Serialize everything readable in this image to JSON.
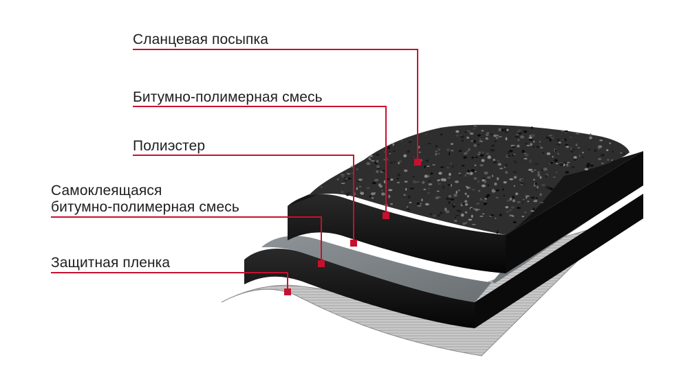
{
  "diagram": {
    "labels": [
      {
        "id": "slate-granules",
        "lines": [
          "Сланцевая посыпка"
        ]
      },
      {
        "id": "bitumen-polymer-mix",
        "lines": [
          "Битумно-полимерная смесь"
        ]
      },
      {
        "id": "polyester",
        "lines": [
          "Полиэстер"
        ]
      },
      {
        "id": "self-adhesive-mix",
        "lines": [
          "Самоклеящаяся",
          "битумно-полимерная смесь"
        ]
      },
      {
        "id": "protective-film",
        "lines": [
          "Защитная пленка"
        ]
      }
    ],
    "colors": {
      "leader": "#c8102e",
      "text": "#1e1e1e",
      "bitumen": "#0f0f0f",
      "polyester": "#7f8487",
      "film": "#b9b9b9",
      "granules": "#3a3a3a"
    }
  }
}
